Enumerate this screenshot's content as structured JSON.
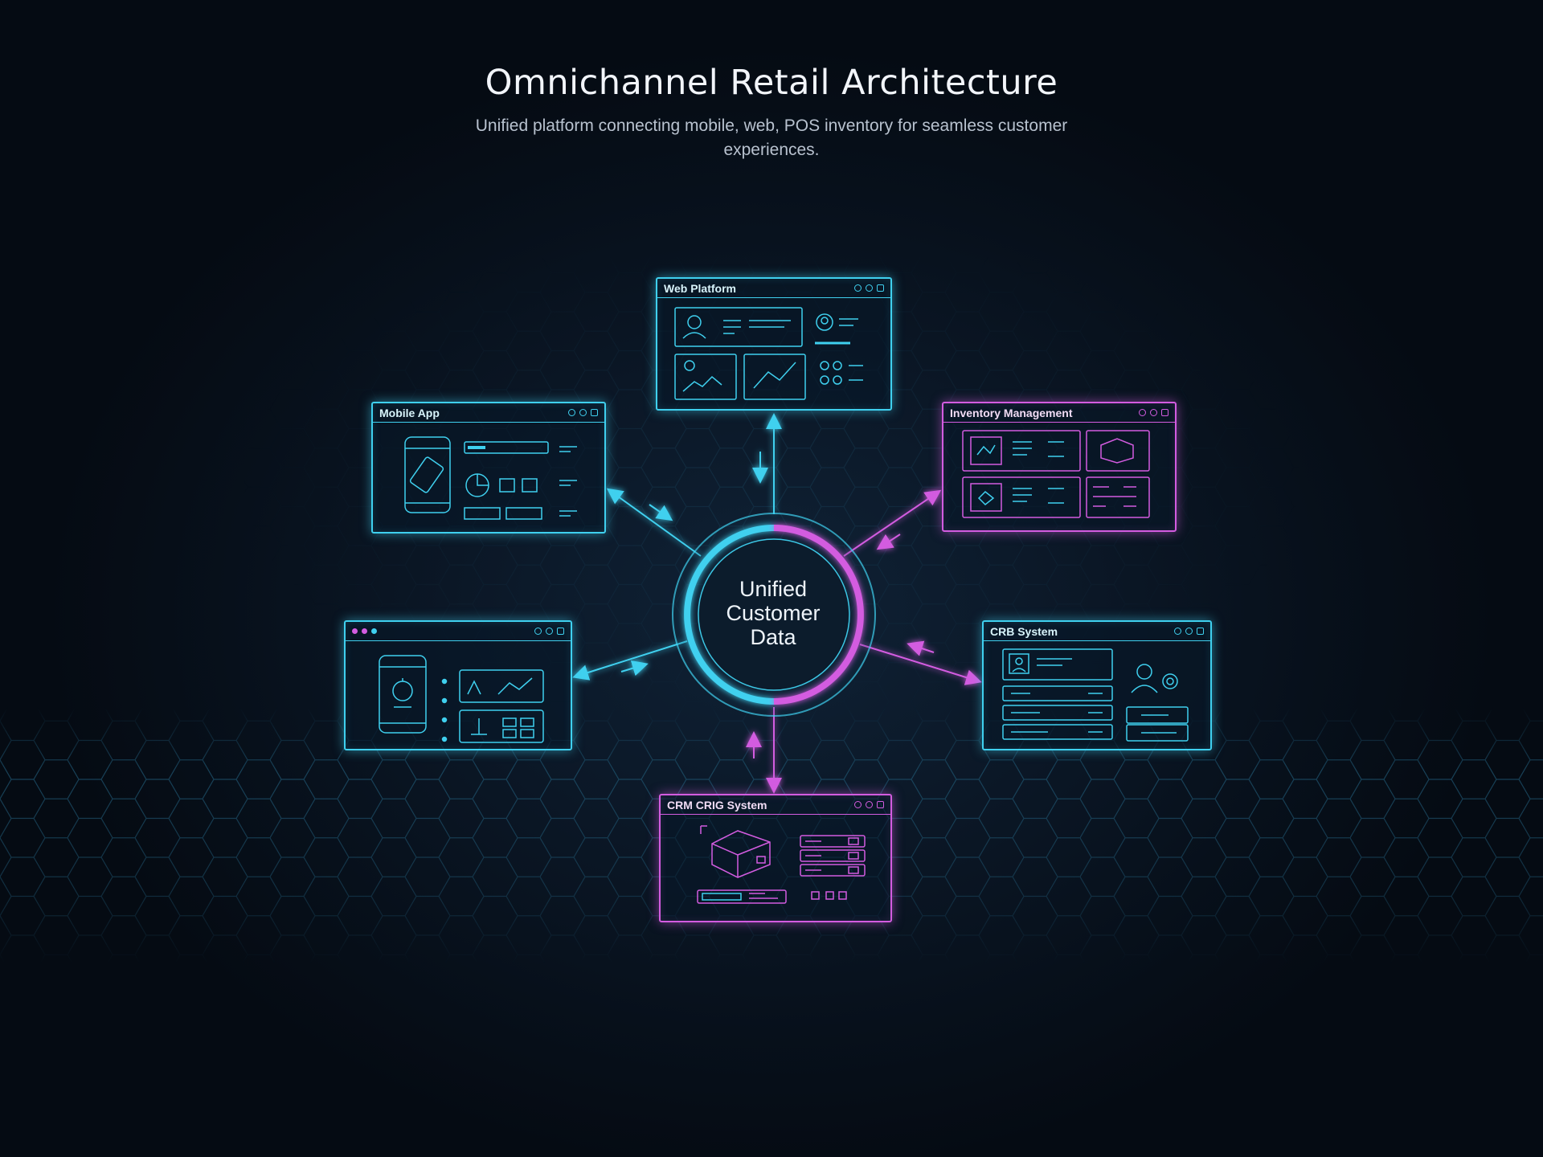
{
  "header": {
    "title": "Omnichannel Retail Architecture",
    "subtitle": "Unified platform connecting mobile, web, POS inventory for seamless customer experiences."
  },
  "hub": {
    "label": [
      "Unified",
      "Customer",
      "Data"
    ]
  },
  "panels": {
    "web": {
      "title": "Web Platform"
    },
    "mobile": {
      "title": "Mobile App"
    },
    "inventory": {
      "title": "Inventory Management"
    },
    "pos": {
      "title": ""
    },
    "crm_right": {
      "title": "CRB System"
    },
    "crm_bottom": {
      "title": "CRM CRIG System"
    }
  },
  "colors": {
    "cyan": "#3fd0ef",
    "magenta": "#d35ce0",
    "background": "#0b1726"
  }
}
